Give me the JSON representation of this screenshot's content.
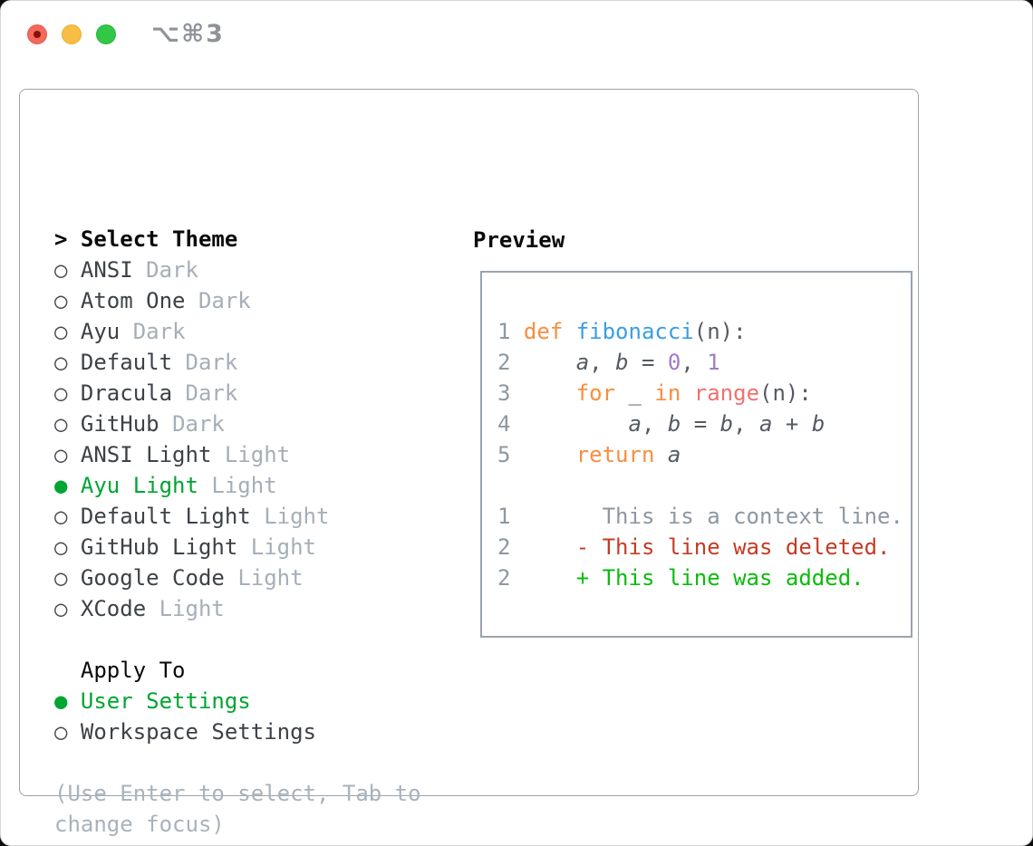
{
  "window": {
    "titlebar_shortcut": "⌥⌘3",
    "traffic_lights": [
      {
        "name": "close",
        "color": "#f4695c"
      },
      {
        "name": "minimize",
        "color": "#f7bd45"
      },
      {
        "name": "zoom",
        "color": "#33c748"
      }
    ]
  },
  "theme_panel": {
    "prompt": ">",
    "title": "Select Theme",
    "marker_unselected": "○",
    "marker_selected": "●",
    "items": [
      {
        "name": "ANSI",
        "tag": "Dark",
        "selected": false
      },
      {
        "name": "Atom One",
        "tag": "Dark",
        "selected": false
      },
      {
        "name": "Ayu",
        "tag": "Dark",
        "selected": false
      },
      {
        "name": "Default",
        "tag": "Dark",
        "selected": false
      },
      {
        "name": "Dracula",
        "tag": "Dark",
        "selected": false
      },
      {
        "name": "GitHub",
        "tag": "Dark",
        "selected": false
      },
      {
        "name": "ANSI Light",
        "tag": "Light",
        "selected": false
      },
      {
        "name": "Ayu Light",
        "tag": "Light",
        "selected": true
      },
      {
        "name": "Default Light",
        "tag": "Light",
        "selected": false
      },
      {
        "name": "GitHub Light",
        "tag": "Light",
        "selected": false
      },
      {
        "name": "Google Code",
        "tag": "Light",
        "selected": false
      },
      {
        "name": "XCode",
        "tag": "Light",
        "selected": false
      }
    ],
    "apply_to": {
      "title": "Apply To",
      "options": [
        {
          "label": "User Settings",
          "selected": true
        },
        {
          "label": "Workspace Settings",
          "selected": false
        }
      ]
    },
    "hint_lines": [
      "(Use Enter to select, Tab to",
      "change focus)"
    ]
  },
  "preview": {
    "title": "Preview",
    "code_lines": [
      {
        "ln": "1",
        "segments": [
          {
            "t": "def ",
            "s": "kw"
          },
          {
            "t": "fibonacci",
            "s": "fn"
          },
          {
            "t": "(n):",
            "s": "plain"
          }
        ]
      },
      {
        "ln": "2",
        "segments": [
          {
            "t": "    ",
            "s": "plain"
          },
          {
            "t": "a",
            "s": "var"
          },
          {
            "t": ", ",
            "s": "plain"
          },
          {
            "t": "b",
            "s": "var"
          },
          {
            "t": " = ",
            "s": "plain"
          },
          {
            "t": "0",
            "s": "num"
          },
          {
            "t": ", ",
            "s": "plain"
          },
          {
            "t": "1",
            "s": "num"
          }
        ]
      },
      {
        "ln": "3",
        "segments": [
          {
            "t": "    ",
            "s": "plain"
          },
          {
            "t": "for",
            "s": "kw"
          },
          {
            "t": " _ ",
            "s": "plain"
          },
          {
            "t": "in",
            "s": "kw"
          },
          {
            "t": " ",
            "s": "plain"
          },
          {
            "t": "range",
            "s": "call"
          },
          {
            "t": "(n):",
            "s": "plain"
          }
        ]
      },
      {
        "ln": "4",
        "segments": [
          {
            "t": "        ",
            "s": "plain"
          },
          {
            "t": "a",
            "s": "var"
          },
          {
            "t": ", ",
            "s": "plain"
          },
          {
            "t": "b",
            "s": "var"
          },
          {
            "t": " = ",
            "s": "plain"
          },
          {
            "t": "b",
            "s": "var"
          },
          {
            "t": ", ",
            "s": "plain"
          },
          {
            "t": "a",
            "s": "var"
          },
          {
            "t": " + ",
            "s": "plain"
          },
          {
            "t": "b",
            "s": "var"
          }
        ]
      },
      {
        "ln": "5",
        "segments": [
          {
            "t": "    ",
            "s": "plain"
          },
          {
            "t": "return",
            "s": "kw"
          },
          {
            "t": " ",
            "s": "plain"
          },
          {
            "t": "a",
            "s": "var"
          }
        ]
      },
      {
        "ln": "",
        "segments": []
      },
      {
        "ln": "1",
        "segments": [
          {
            "t": "      ",
            "s": "plain"
          },
          {
            "t": "This is a context line.",
            "s": "ctx"
          }
        ]
      },
      {
        "ln": "2",
        "segments": [
          {
            "t": "    ",
            "s": "plain"
          },
          {
            "t": "- This line was deleted.",
            "s": "del"
          }
        ]
      },
      {
        "ln": "2",
        "segments": [
          {
            "t": "    ",
            "s": "plain"
          },
          {
            "t": "+ This line was added.",
            "s": "add"
          }
        ]
      }
    ]
  },
  "colors": {
    "border": "#9aa3ad",
    "header_text": "#0a0a0a",
    "item_name": "#3d4247",
    "item_tag": "#a6aeb8",
    "selected_green": "#00a532",
    "hint_text": "#a9b2bc",
    "line_number": "#8e97a1",
    "code_plain": "#565b61",
    "keyword_orange": "#fa8d3e",
    "function_blue": "#399ee6",
    "call_coral": "#f07171",
    "number_purple": "#a37acc",
    "diff_context": "#8e97a1",
    "diff_deleted": "#c43c24",
    "diff_added": "#0abc0c",
    "titlebar_text": "#8f9399"
  }
}
